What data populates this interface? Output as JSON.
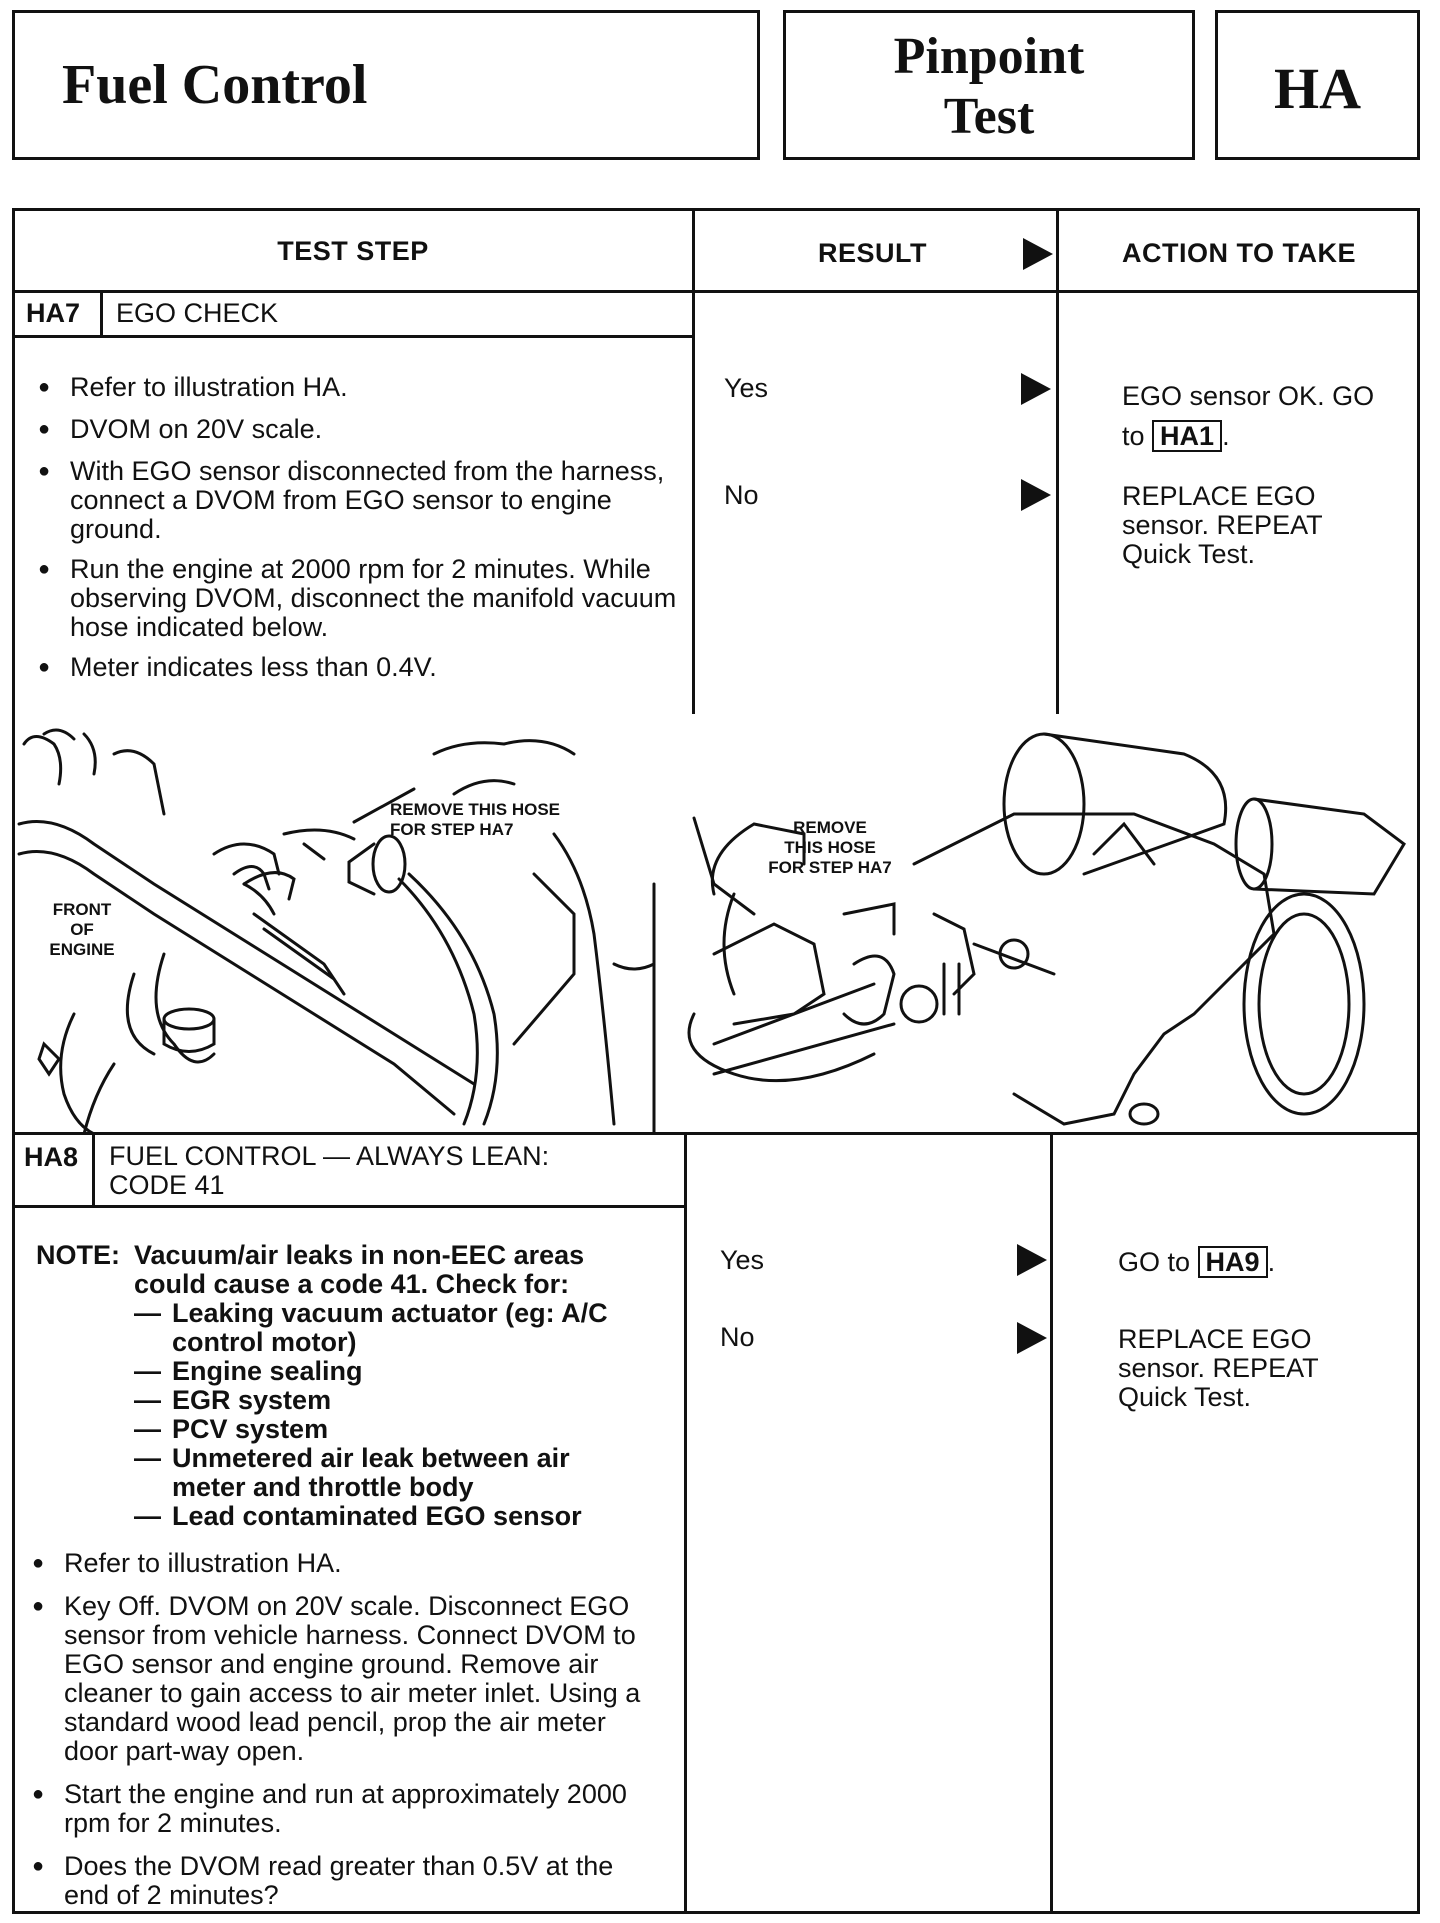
{
  "header": {
    "title": "Fuel Control",
    "pinpoint_line1": "Pinpoint",
    "pinpoint_line2": "Test",
    "code": "HA"
  },
  "columns": {
    "test_step": "TEST STEP",
    "result": "RESULT",
    "action": "ACTION TO TAKE"
  },
  "ha7": {
    "id": "HA7",
    "title": "EGO CHECK",
    "bullets": [
      "Refer to illustration HA.",
      "DVOM on 20V scale.",
      "With EGO sensor disconnected from the harness, connect a DVOM from EGO sensor to engine ground.",
      "Run the engine at 2000 rpm for 2 minutes. While observing DVOM, disconnect the manifold vacuum hose indicated below.",
      "Meter indicates less than 0.4V."
    ],
    "yes": "Yes",
    "no": "No",
    "yes_action_text": "EGO sensor OK. GO to",
    "yes_action_ref": "HA1",
    "yes_action_end": ".",
    "no_action": "REPLACE EGO sensor. REPEAT Quick Test."
  },
  "illustration": {
    "left_callout_line1": "REMOVE THIS HOSE",
    "left_callout_line2": "FOR STEP HA7",
    "front_line1": "FRONT",
    "front_line2": "OF",
    "front_line3": "ENGINE",
    "right_callout_line1": "REMOVE",
    "right_callout_line2": "THIS HOSE",
    "right_callout_line3": "FOR STEP HA7"
  },
  "ha8": {
    "id": "HA8",
    "title_line1": "FUEL CONTROL — ALWAYS LEAN:",
    "title_line2": "CODE 41",
    "note_label": "NOTE:",
    "note_text": "Vacuum/air leaks in non-EEC areas could cause a code 41. Check for:",
    "note_items": [
      "Leaking vacuum actuator (eg: A/C control motor)",
      "Engine sealing",
      "EGR system",
      "PCV system",
      "Unmetered air leak between air meter and throttle body",
      "Lead contaminated EGO sensor"
    ],
    "bullets": [
      "Refer to illustration HA.",
      "Key Off. DVOM on 20V scale. Disconnect EGO sensor from vehicle harness. Connect DVOM to EGO sensor and engine ground. Remove air cleaner to gain access to air meter inlet. Using a standard wood lead pencil, prop the air meter door part-way open.",
      "Start the engine and run at approximately 2000 rpm for 2 minutes.",
      "Does the DVOM read greater than 0.5V at the end of 2 minutes?"
    ],
    "yes": "Yes",
    "no": "No",
    "yes_action_text": "GO to",
    "yes_action_ref": "HA9",
    "yes_action_end": ".",
    "no_action": "REPLACE EGO sensor. REPEAT Quick Test."
  }
}
